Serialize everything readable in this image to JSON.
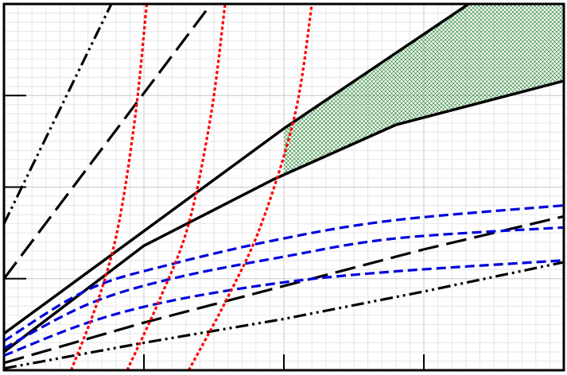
{
  "chart_data": {
    "type": "line",
    "title": "",
    "xlabel": "",
    "ylabel": "",
    "xlim": [
      0,
      10
    ],
    "ylim": [
      0,
      10
    ],
    "grid": true,
    "xticks": [
      2.5,
      5,
      7.5
    ],
    "yticks": [
      2.5,
      5,
      7.5
    ],
    "shaded_region": {
      "upper_series": "upper-solid",
      "lower_series": "lower-solid",
      "x_start": 5,
      "x_end": 10,
      "color": "#2e8b3a"
    },
    "series": [
      {
        "id": "upper-solid",
        "style": "solid",
        "color": "#000000",
        "x": [
          0,
          5,
          8.3,
          10
        ],
        "y": [
          1,
          6.6,
          10,
          11.5
        ]
      },
      {
        "id": "lower-solid",
        "style": "solid",
        "color": "#000000",
        "x": [
          0,
          2.5,
          4.8,
          7,
          10
        ],
        "y": [
          0.5,
          3.4,
          5.2,
          6.7,
          7.9
        ]
      },
      {
        "id": "steep-dashdot",
        "style": "dashdotdot",
        "color": "#000000",
        "x": [
          0,
          1.95
        ],
        "y": [
          4,
          10.1
        ]
      },
      {
        "id": "steep-dash",
        "style": "longdash",
        "color": "#000000",
        "x": [
          0,
          3.75
        ],
        "y": [
          2.5,
          10.1
        ]
      },
      {
        "id": "red-1",
        "style": "dotted",
        "color": "#ff0000",
        "x": [
          1.2,
          1.7,
          2.05,
          2.35,
          2.55
        ],
        "y": [
          0,
          2,
          4,
          7,
          10
        ]
      },
      {
        "id": "red-2",
        "style": "dotted",
        "color": "#ff0000",
        "x": [
          2.2,
          2.8,
          3.3,
          3.7,
          3.95
        ],
        "y": [
          0,
          2,
          4,
          7,
          10
        ]
      },
      {
        "id": "red-3",
        "style": "dotted",
        "color": "#ff0000",
        "x": [
          3.3,
          4.0,
          4.6,
          5.2,
          5.5
        ],
        "y": [
          0,
          2,
          4,
          7,
          10
        ]
      },
      {
        "id": "blue-1",
        "style": "dashed",
        "color": "#0000dd",
        "x": [
          0,
          1.5,
          3,
          5,
          7,
          10
        ],
        "y": [
          0.8,
          2.2,
          2.9,
          3.6,
          4.1,
          4.5
        ]
      },
      {
        "id": "blue-2",
        "style": "dashed",
        "color": "#0000dd",
        "x": [
          0,
          1.5,
          3,
          5,
          7,
          10
        ],
        "y": [
          0.6,
          1.8,
          2.5,
          3.1,
          3.6,
          3.9
        ]
      },
      {
        "id": "blue-3",
        "style": "dashed",
        "color": "#0000dd",
        "x": [
          0,
          1.5,
          3,
          5,
          7,
          10
        ],
        "y": [
          0.4,
          1.3,
          1.9,
          2.4,
          2.7,
          3.0
        ]
      },
      {
        "id": "low-dash",
        "style": "longdash",
        "color": "#000000",
        "x": [
          0,
          2.5,
          5,
          7.5,
          10
        ],
        "y": [
          0.2,
          1.3,
          2.3,
          3.3,
          4.2
        ]
      },
      {
        "id": "low-dashdot",
        "style": "dashdotdot",
        "color": "#000000",
        "x": [
          0,
          2.5,
          5,
          7.5,
          10
        ],
        "y": [
          0.05,
          0.75,
          1.4,
          2.15,
          2.95
        ]
      }
    ]
  }
}
